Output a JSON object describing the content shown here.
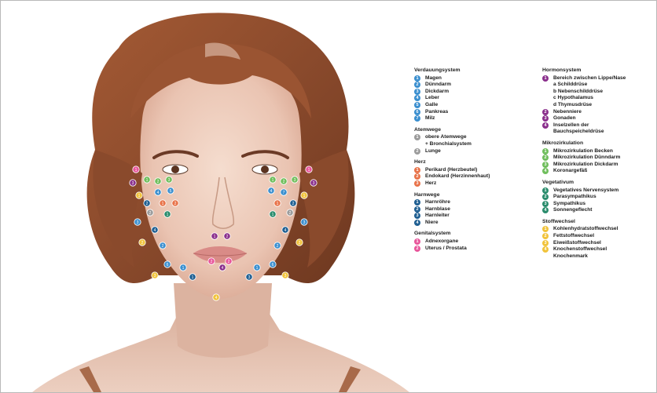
{
  "colors": {
    "verdauung": "#3b8fcf",
    "atem": "#9b9b9b",
    "herz": "#e8734a",
    "harnwege": "#1f5f92",
    "genital": "#e8569b",
    "hormon": "#8a2f8c",
    "mikro": "#6fbe5c",
    "vegetativ": "#2a8c6c",
    "stoff": "#f1c33b",
    "hair": "#8a4a2c",
    "skin": "#efd3c3",
    "lips": "#d98b87"
  },
  "legend_left": [
    {
      "key": "verdauung",
      "title": "Verdauungsystem",
      "items": [
        {
          "n": "1",
          "label": "Magen"
        },
        {
          "n": "2",
          "label": "Dünndarm"
        },
        {
          "n": "3",
          "label": "Dickdarm"
        },
        {
          "n": "4",
          "label": "Leber"
        },
        {
          "n": "5",
          "label": "Galle"
        },
        {
          "n": "6",
          "label": "Pankreas"
        },
        {
          "n": "7",
          "label": "Milz"
        }
      ]
    },
    {
      "key": "atem",
      "title": "Atemwege",
      "items": [
        {
          "n": "1",
          "label": "obere Atemwege"
        },
        {
          "n": "",
          "label": "+ Bronchialsystem"
        },
        {
          "n": "2",
          "label": "Lunge"
        }
      ]
    },
    {
      "key": "herz",
      "title": "Herz",
      "items": [
        {
          "n": "1",
          "label": "Perikard (Herzbeutel)"
        },
        {
          "n": "2",
          "label": "Endokard (Herzinnenhaut)"
        },
        {
          "n": "3",
          "label": "Herz"
        }
      ]
    },
    {
      "key": "harnwege",
      "title": "Harnwege",
      "items": [
        {
          "n": "1",
          "label": "Harnröhre"
        },
        {
          "n": "2",
          "label": "Harnblase"
        },
        {
          "n": "3",
          "label": "Harnleiter"
        },
        {
          "n": "4",
          "label": "Niere"
        }
      ]
    },
    {
      "key": "genital",
      "title": "Genitalsystem",
      "items": [
        {
          "n": "1",
          "label": "Adnexorgane"
        },
        {
          "n": "2",
          "label": "Uterus / Prostata"
        }
      ]
    }
  ],
  "legend_right": [
    {
      "key": "hormon",
      "title": "Hormonsystem",
      "items": [
        {
          "n": "1",
          "label": "Bereich zwischen Lippe/Nase"
        },
        {
          "n": "",
          "label": "a Schilddrüse"
        },
        {
          "n": "",
          "label": "b Nebenschilddrüse"
        },
        {
          "n": "",
          "label": "c Hypothalamus"
        },
        {
          "n": "",
          "label": "d Thymusdrüse"
        },
        {
          "n": "2",
          "label": "Nebenniere"
        },
        {
          "n": "3",
          "label": "Gonaden"
        },
        {
          "n": "4",
          "label": "Inselzellen der"
        },
        {
          "n": "",
          "label": "Bauchspeicheldrüse"
        }
      ]
    },
    {
      "key": "mikro",
      "title": "Mikrozirkulation",
      "items": [
        {
          "n": "1",
          "label": "Mikrozirkulation Becken"
        },
        {
          "n": "2",
          "label": "Mikrozirkulation Dünndarm"
        },
        {
          "n": "3",
          "label": "Mikrozirkulation Dickdarm"
        },
        {
          "n": "4",
          "label": "Koronargefäß"
        }
      ]
    },
    {
      "key": "vegetativ",
      "title": "Vegetativum",
      "items": [
        {
          "n": "1",
          "label": "Vegetatives Nervensystem"
        },
        {
          "n": "2",
          "label": "Parasympathikus"
        },
        {
          "n": "3",
          "label": "Sympathikus"
        },
        {
          "n": "4",
          "label": "Sonnengeflecht"
        }
      ]
    },
    {
      "key": "stoff",
      "title": "Stoffwechsel",
      "items": [
        {
          "n": "1",
          "label": "Kohlenhydratstoffwechsel"
        },
        {
          "n": "2",
          "label": "Fettstoffwechsel"
        },
        {
          "n": "3",
          "label": "Eiweißstoffwechsel"
        },
        {
          "n": "4",
          "label": "Knochenstoffwechsel"
        },
        {
          "n": "",
          "label": "Knochenmark"
        }
      ]
    }
  ],
  "face_points": [
    {
      "key": "genital",
      "n": "1"
    },
    {
      "key": "genital",
      "n": "1"
    },
    {
      "key": "mikro",
      "n": "1"
    },
    {
      "key": "mikro",
      "n": "2"
    },
    {
      "key": "mikro",
      "n": "3"
    },
    {
      "key": "mikro",
      "n": "1"
    },
    {
      "key": "mikro",
      "n": "2"
    },
    {
      "key": "mikro",
      "n": "3"
    },
    {
      "key": "hormon",
      "n": "3"
    },
    {
      "key": "hormon",
      "n": "3"
    },
    {
      "key": "stoff",
      "n": "1"
    },
    {
      "key": "stoff",
      "n": "1"
    },
    {
      "key": "verdauung",
      "n": "4"
    },
    {
      "key": "verdauung",
      "n": "5"
    },
    {
      "key": "verdauung",
      "n": "4"
    },
    {
      "key": "verdauung",
      "n": "7"
    },
    {
      "key": "harnwege",
      "n": "2"
    },
    {
      "key": "harnwege",
      "n": "2"
    },
    {
      "key": "herz",
      "n": "1"
    },
    {
      "key": "herz",
      "n": "2"
    },
    {
      "key": "herz",
      "n": "1"
    },
    {
      "key": "atem",
      "n": "2"
    },
    {
      "key": "atem",
      "n": "2"
    },
    {
      "key": "vegetativ",
      "n": "1"
    },
    {
      "key": "vegetativ",
      "n": "1"
    },
    {
      "key": "verdauung",
      "n": "3"
    },
    {
      "key": "verdauung",
      "n": "3"
    },
    {
      "key": "harnwege",
      "n": "4"
    },
    {
      "key": "harnwege",
      "n": "4"
    },
    {
      "key": "stoff",
      "n": "2"
    },
    {
      "key": "stoff",
      "n": "2"
    },
    {
      "key": "verdauung",
      "n": "2"
    },
    {
      "key": "verdauung",
      "n": "2"
    },
    {
      "key": "hormon",
      "n": "1"
    },
    {
      "key": "hormon",
      "n": "2"
    },
    {
      "key": "genital",
      "n": "2"
    },
    {
      "key": "genital",
      "n": "2"
    },
    {
      "key": "verdauung",
      "n": "1"
    },
    {
      "key": "verdauung",
      "n": "1"
    },
    {
      "key": "hormon",
      "n": "4"
    },
    {
      "key": "stoff",
      "n": "3"
    },
    {
      "key": "stoff",
      "n": "3"
    },
    {
      "key": "verdauung",
      "n": "6"
    },
    {
      "key": "verdauung",
      "n": "6"
    },
    {
      "key": "harnwege",
      "n": "1"
    },
    {
      "key": "harnwege",
      "n": "3"
    },
    {
      "key": "stoff",
      "n": "4"
    }
  ]
}
